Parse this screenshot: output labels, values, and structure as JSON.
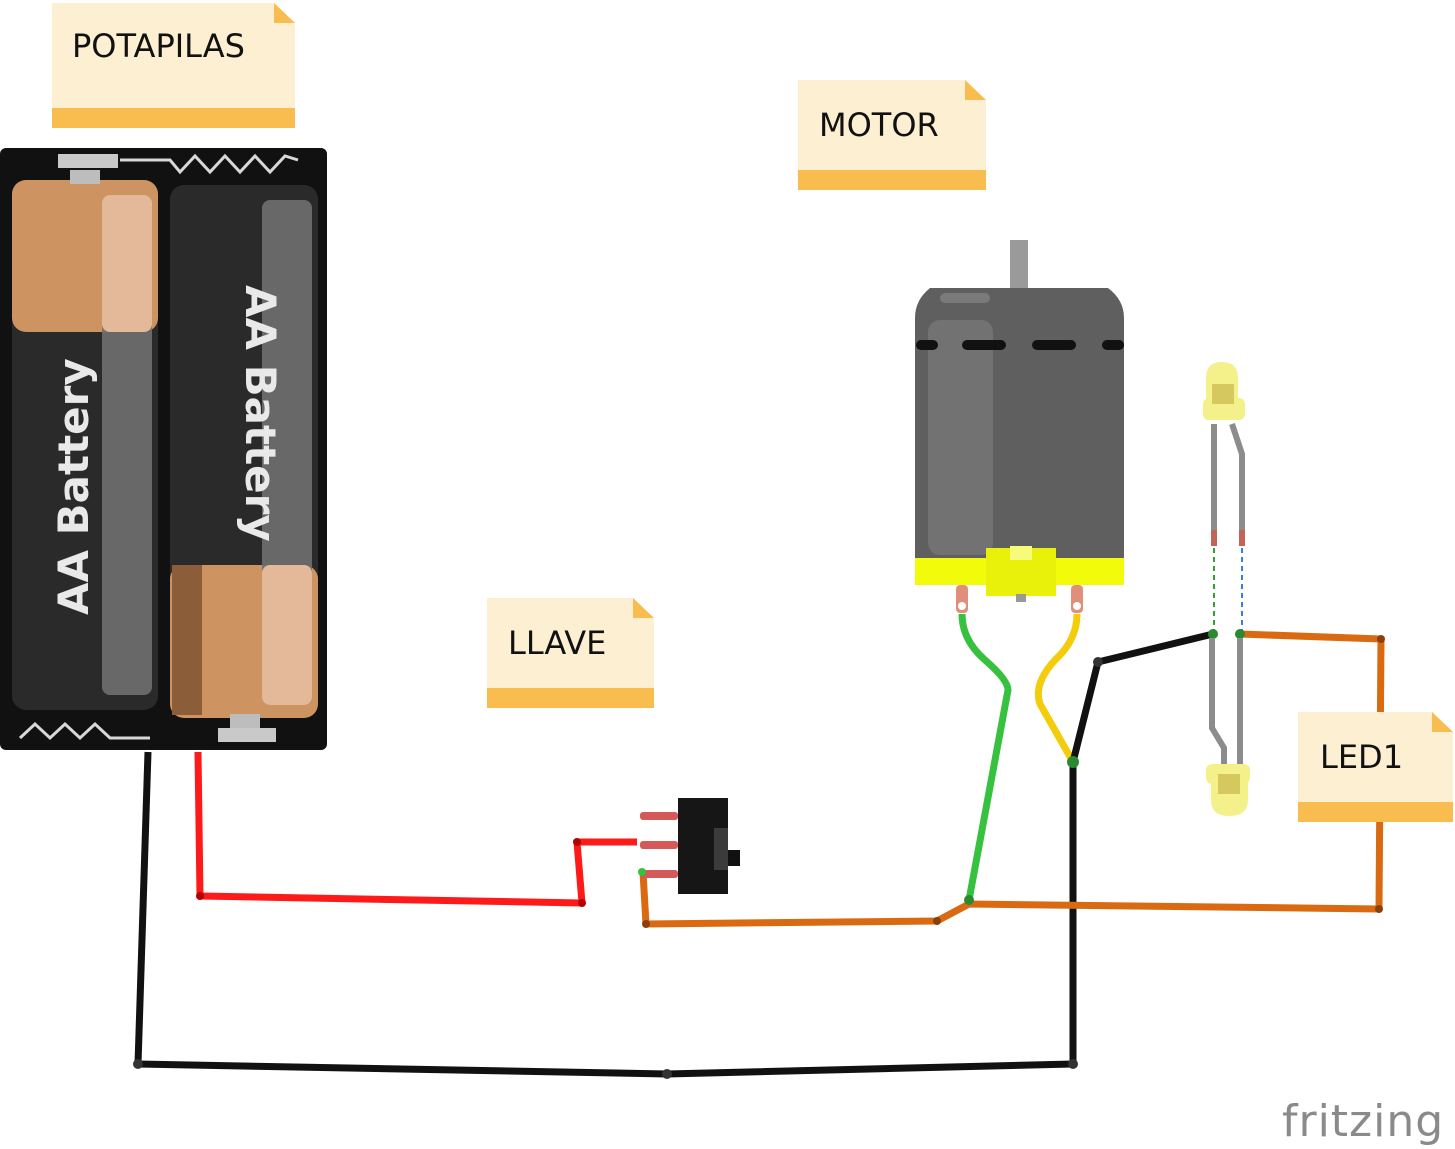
{
  "notes": {
    "battery": "POTAPILAS",
    "motor": "MOTOR",
    "switch": "LLAVE",
    "led": "LED1"
  },
  "battery_cells": [
    "AA Battery",
    "AA Battery"
  ],
  "brand": "fritzing",
  "colors": {
    "note_body": "#fdefd2",
    "note_band": "#f8bc4f",
    "wire_red": "#ff1a1a",
    "wire_black": "#111111",
    "wire_orange": "#d96a12",
    "wire_green": "#36c13e",
    "wire_yellow": "#f3cd0c",
    "motor_body": "#5f5f5f",
    "motor_band": "#f1fb0a",
    "led_yellow": "#f4f08a"
  },
  "icons": [
    "battery-holder-icon",
    "dc-motor-icon",
    "slide-switch-icon",
    "led-icon"
  ]
}
